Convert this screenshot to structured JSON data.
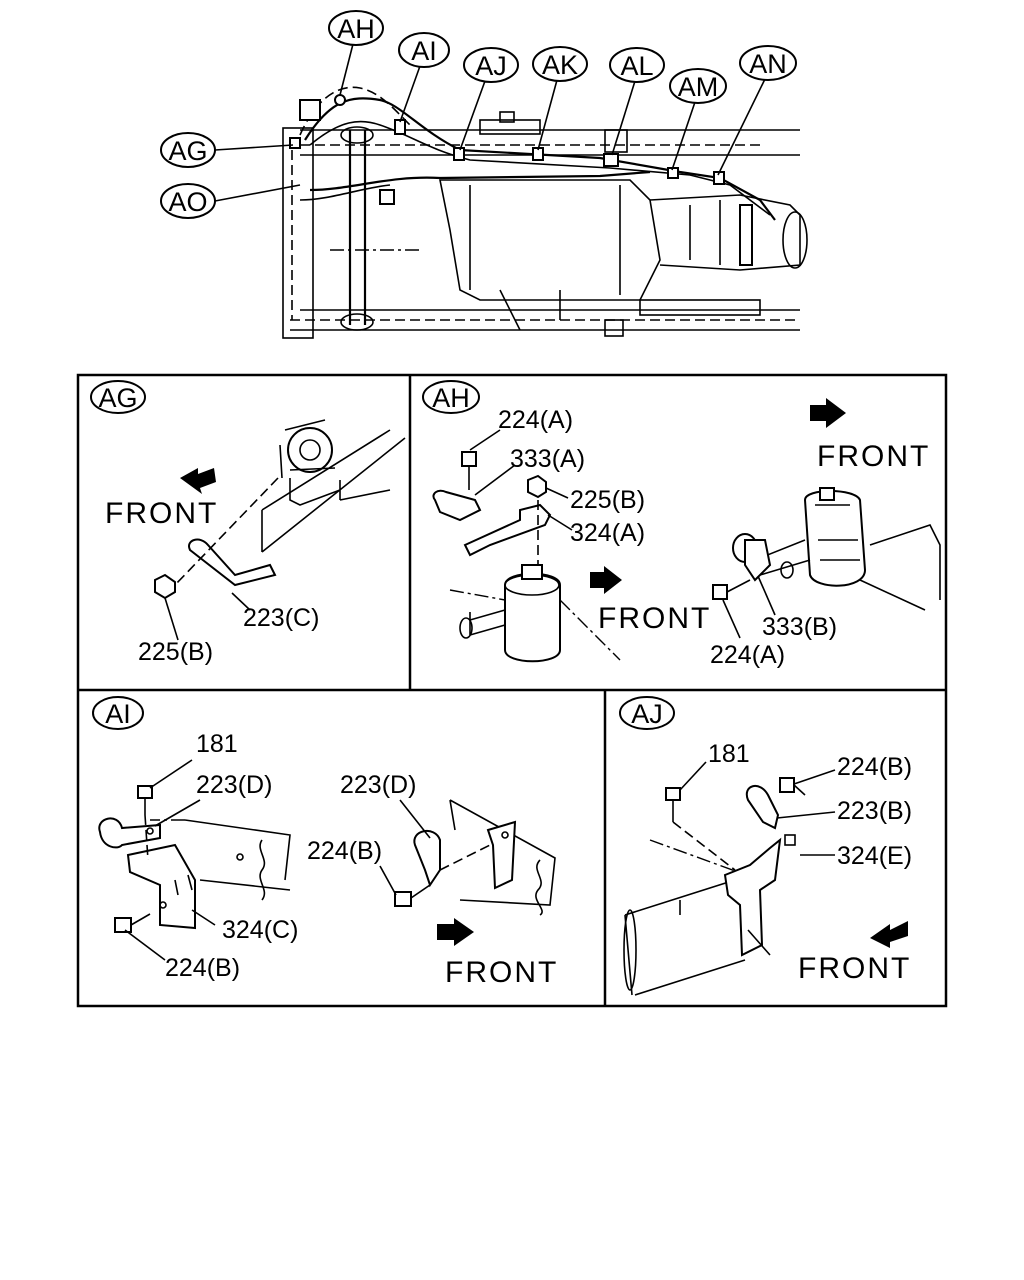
{
  "overview": {
    "callouts": {
      "ah": "AH",
      "ai": "AI",
      "aj": "AJ",
      "ak": "AK",
      "al": "AL",
      "am": "AM",
      "an": "AN",
      "ag": "AG",
      "ao": "AO"
    }
  },
  "panels": {
    "ag": {
      "title": "AG",
      "front": "FRONT",
      "labels": {
        "p223c": "223(C)",
        "p225b": "225(B)"
      }
    },
    "ah": {
      "title": "AH",
      "front_top": "FRONT",
      "front_mid": "FRONT",
      "labels": {
        "p224a_top": "224(A)",
        "p333a": "333(A)",
        "p225b": "225(B)",
        "p324a": "324(A)",
        "p333b": "333(B)",
        "p224a_bottom": "224(A)"
      }
    },
    "ai": {
      "title": "AI",
      "front": "FRONT",
      "labels": {
        "p181": "181",
        "p223d_left": "223(D)",
        "p223d_right": "223(D)",
        "p224b_right": "224(B)",
        "p324c": "324(C)",
        "p224b_bottom": "224(B)"
      }
    },
    "aj": {
      "title": "AJ",
      "front": "FRONT",
      "labels": {
        "p181": "181",
        "p224b": "224(B)",
        "p223b": "223(B)",
        "p324e": "324(E)"
      }
    }
  }
}
